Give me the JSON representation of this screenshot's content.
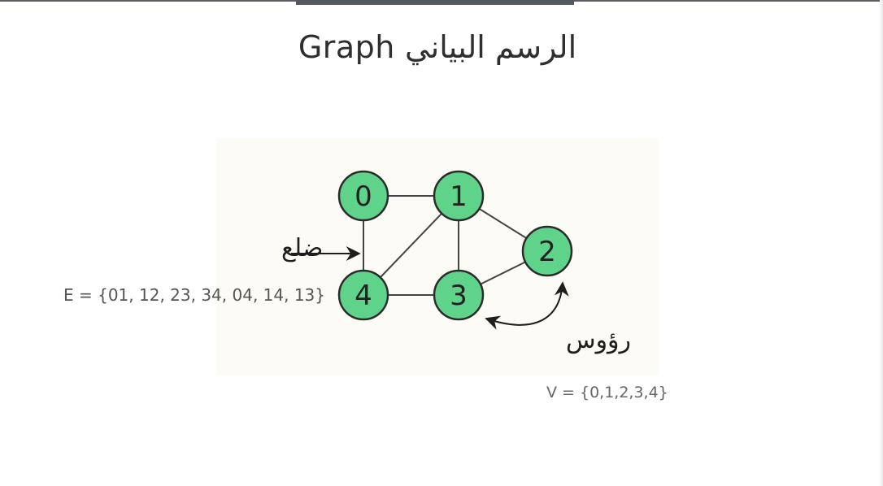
{
  "slide": {
    "title": "الرسم البياني Graph",
    "edge_set": "E = {01, 12, 23, 34, 04, 14, 13}",
    "vertex_set": "V = {0,1,2,3,4}"
  },
  "diagram": {
    "edge_label": "ضلع",
    "vertices_label": "رؤوس",
    "node_color": "#5fd38a",
    "node_stroke": "#2b2b2b",
    "edge_color": "#444444",
    "background": "#fcfbf6",
    "nodes": [
      {
        "id": "0",
        "label": "0"
      },
      {
        "id": "1",
        "label": "1"
      },
      {
        "id": "2",
        "label": "2"
      },
      {
        "id": "3",
        "label": "3"
      },
      {
        "id": "4",
        "label": "4"
      }
    ],
    "edges": [
      {
        "from": "0",
        "to": "1"
      },
      {
        "from": "1",
        "to": "2"
      },
      {
        "from": "2",
        "to": "3"
      },
      {
        "from": "3",
        "to": "4"
      },
      {
        "from": "0",
        "to": "4"
      },
      {
        "from": "1",
        "to": "4"
      },
      {
        "from": "1",
        "to": "3"
      }
    ]
  }
}
